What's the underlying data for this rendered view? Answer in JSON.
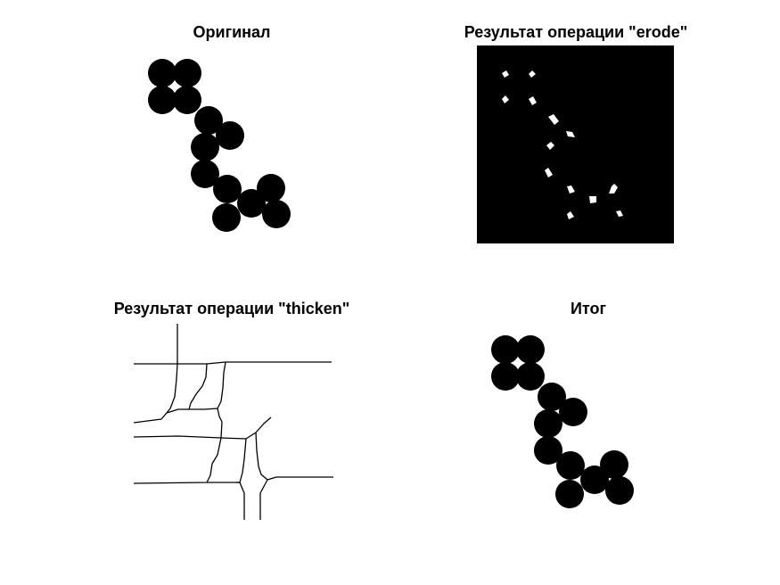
{
  "panels": {
    "original": {
      "title": "Оригинал"
    },
    "erode": {
      "title": "Результат операции \"erode\""
    },
    "thicken": {
      "title": "Результат операции \"thicken\""
    },
    "result": {
      "title": "Итог"
    }
  },
  "colors": {
    "background": "#ffffff",
    "foreground": "#000000"
  }
}
